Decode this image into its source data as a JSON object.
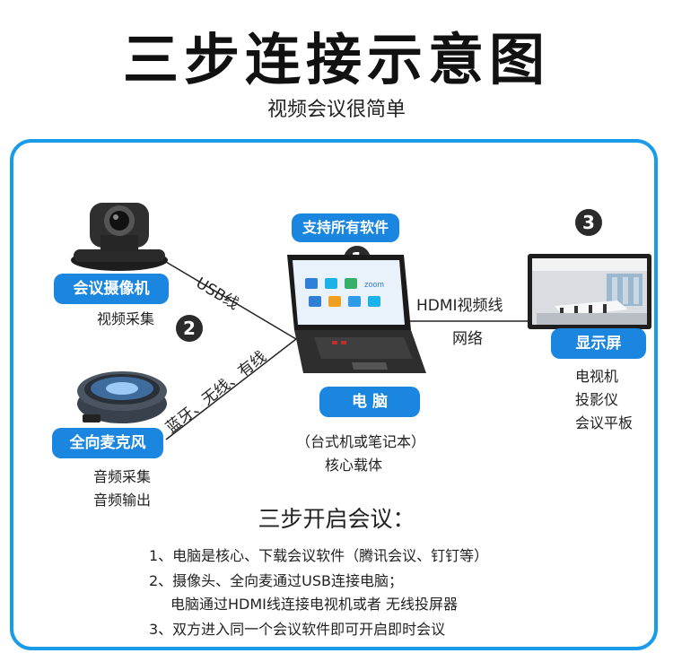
{
  "header": {
    "title": "三步连接示意图",
    "subtitle": "视频会议很简单"
  },
  "devices": {
    "camera": {
      "label": "会议摄像机",
      "caption": "视频采集"
    },
    "microphone": {
      "label": "全向麦克风",
      "captions": [
        "音频采集",
        "音频输出"
      ]
    },
    "computer": {
      "badge": "支持所有软件",
      "label": "电 脑",
      "captions": [
        "（台式机或笔记本）",
        "核心载体"
      ],
      "screen_text": "zoom"
    },
    "display": {
      "label": "显示屏",
      "captions": [
        "电视机",
        "投影仪",
        "会议平板"
      ]
    }
  },
  "connections": {
    "usb": "USB线",
    "wireless": "蓝牙、无线、有线",
    "hdmi": "HDMI视频线",
    "network": "网络"
  },
  "step_numbers": [
    "1",
    "2",
    "3"
  ],
  "steps": {
    "heading": "三步开启会议：",
    "items": [
      "1、电脑是核心、下载会议软件（腾讯会议、钉钉等）",
      "2、摄像头、全向麦通过USB连接电脑；",
      "电脑通过HDMI线连接电视机或者 无线投屏器",
      "3、双方进入同一个会议软件即可开启即时会议"
    ]
  },
  "colors": {
    "accent": "#1a86e0",
    "frame": "#1a9bea",
    "badge_dark": "#2b2b2b"
  }
}
